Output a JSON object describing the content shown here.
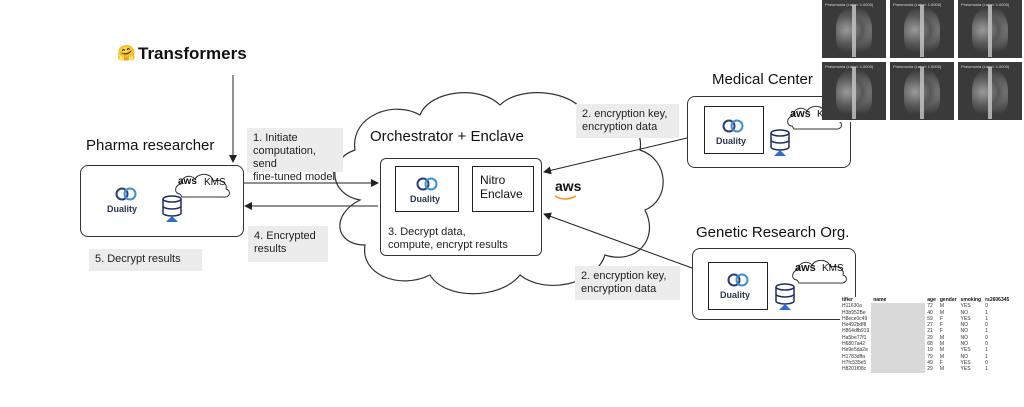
{
  "transformers": {
    "label": "Transformers",
    "emoji": "🤗"
  },
  "pharma": {
    "title": "Pharma researcher",
    "logo_text": "Duality",
    "aws": "aws",
    "kms": "KMS"
  },
  "orchestrator": {
    "title": "Orchestrator + Enclave",
    "logo_text": "Duality",
    "enclave": "Nitro\nEnclave",
    "aws": "aws"
  },
  "medical": {
    "title": "Medical Center",
    "logo_text": "Duality",
    "aws": "aws",
    "kms": "KMS"
  },
  "genetic": {
    "title": "Genetic Research Org.",
    "logo_text": "Duality",
    "aws": "aws",
    "kms": "KMS"
  },
  "notes": {
    "step1": "1. Initiate\ncomputation, send\nfine-tuned model",
    "step2a": "2. encryption key,\nencryption data",
    "step2b": "2. encryption key,\nencryption data",
    "step3": "3. Decrypt data,\ncompute, encrypt results",
    "step4": "4. Encrypted\nresults",
    "step5": "5. Decrypt results"
  },
  "xrays": [
    "Pneumonia (Label: 1.0000)",
    "Pneumonia (Label: 1.0000)",
    "Pneumonia (Label: 1.0000)",
    "Pneumonia (Label: 1.0000)",
    "Pneumonia (Label: 1.0000)",
    "Pneumonia (Label: 1.0000)"
  ],
  "genetic_table": {
    "headers": [
      "tifier",
      "name",
      "age",
      "gender",
      "smoking",
      "rs2606345"
    ],
    "rows": [
      [
        "H11630a",
        "",
        "72",
        "M",
        "YES",
        "0"
      ],
      [
        "H3b952Be",
        "",
        "40",
        "M",
        "NO",
        "1"
      ],
      [
        "H8ece0c49",
        "",
        "59",
        "F",
        "YES",
        "1"
      ],
      [
        "He492bdf8",
        "",
        "27",
        "F",
        "NO",
        "0"
      ],
      [
        "H864dfb919",
        "",
        "21",
        "F",
        "NO",
        "1"
      ],
      [
        "Ha5be77f1",
        "",
        "29",
        "M",
        "NO",
        "0"
      ],
      [
        "H6807a42",
        "",
        "68",
        "M",
        "NO",
        "0"
      ],
      [
        "He9e5da2e",
        "",
        "19",
        "M",
        "YES",
        "1"
      ],
      [
        "H1783dffa",
        "",
        "79",
        "M",
        "NO",
        "1"
      ],
      [
        "H7fc535e5",
        "",
        "49",
        "F",
        "YES",
        "0"
      ],
      [
        "H8201f08c",
        "",
        "29",
        "M",
        "YES",
        "1"
      ]
    ]
  }
}
